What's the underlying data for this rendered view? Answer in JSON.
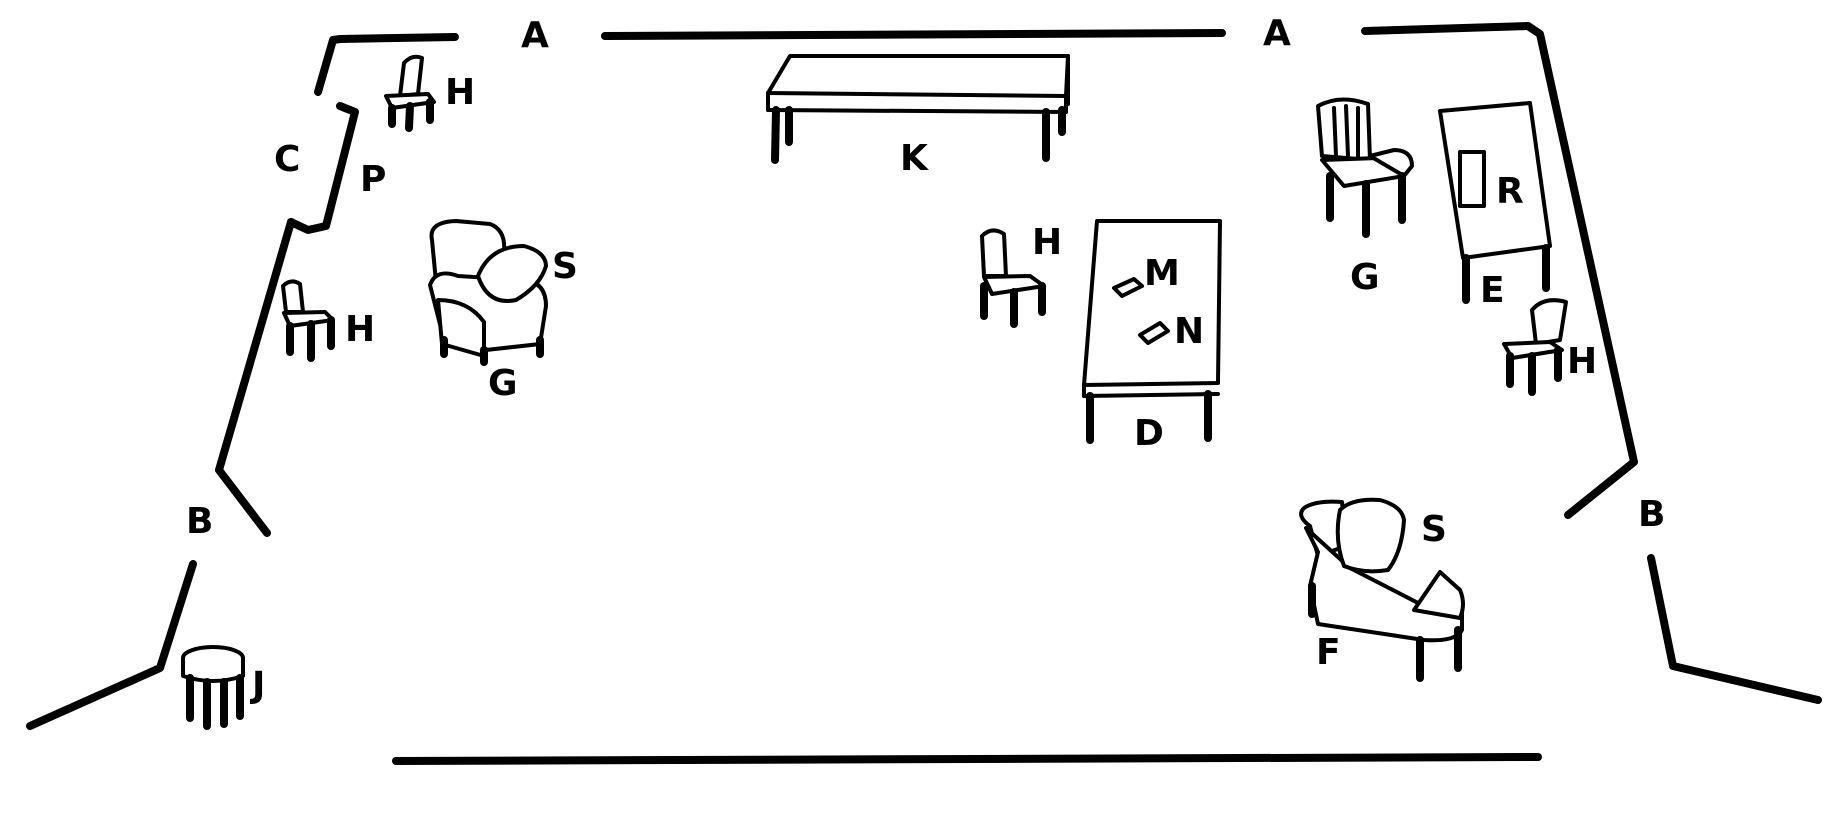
{
  "labels": {
    "A_left": "A",
    "A_right": "A",
    "B_left": "B",
    "B_right": "B",
    "C": "C",
    "P": "P",
    "K": "K",
    "H_top_left": "H",
    "H_left": "H",
    "H_center": "H",
    "H_right": "H",
    "S_left": "S",
    "S_right": "S",
    "G_left": "G",
    "G_right": "G",
    "M": "M",
    "N": "N",
    "D": "D",
    "R": "R",
    "E": "E",
    "F": "F",
    "J": "J"
  }
}
